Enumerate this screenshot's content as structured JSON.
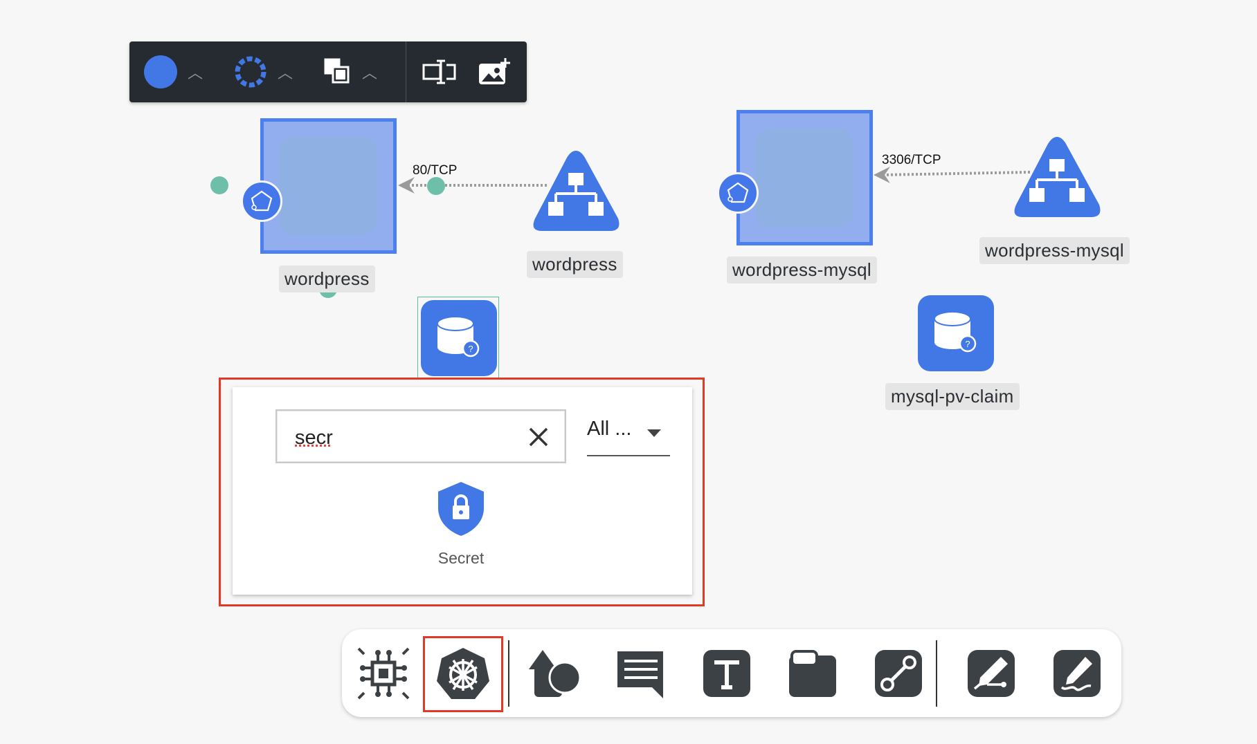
{
  "canvas": {
    "nodes": [
      {
        "id": "deploy-wordpress",
        "label": "wordpress"
      },
      {
        "id": "service-wordpress",
        "label": "wordpress"
      },
      {
        "id": "deploy-wordpress-mysql",
        "label": "wordpress-mysql"
      },
      {
        "id": "service-wordpress-mysql",
        "label": "wordpress-mysql"
      },
      {
        "id": "pvc-mysql",
        "label": "mysql-pv-claim"
      }
    ],
    "edges": [
      {
        "label": "80/TCP"
      },
      {
        "label": "3306/TCP"
      }
    ]
  },
  "style_toolbar": {
    "fill_icon": "fill-color-icon",
    "stroke_icon": "stroke-color-icon",
    "layer_icon": "layer-order-icon",
    "text_align_icon": "text-align-icon",
    "add_image_icon": "add-image-icon"
  },
  "search_panel": {
    "query": "secr",
    "filter_value": "All ...",
    "results": [
      {
        "label": "Secret",
        "icon": "secret-shield-icon"
      }
    ]
  },
  "bottom_toolbar": {
    "tools": [
      "components-icon",
      "kubernetes-icon",
      "shapes-icon",
      "comment-icon",
      "text-icon",
      "section-icon",
      "connector-icon",
      "pen-icon",
      "freehand-icon"
    ]
  },
  "colors": {
    "accent": "#4277e6",
    "highlight": "#e03a26",
    "dark": "#252b30"
  }
}
